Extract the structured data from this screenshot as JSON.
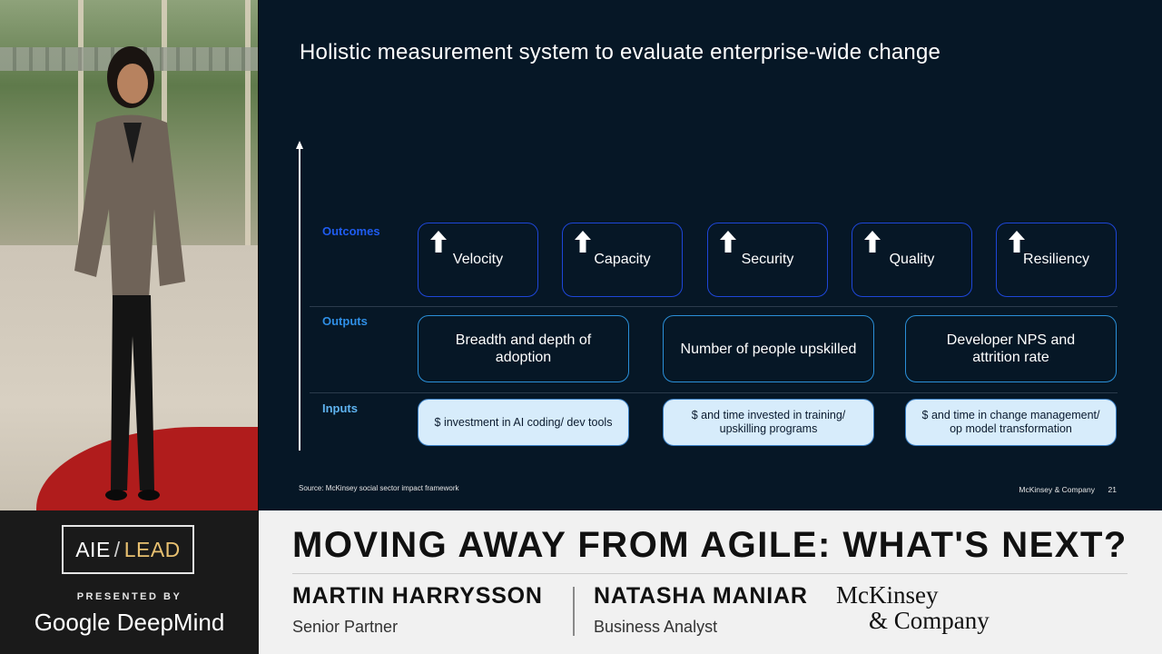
{
  "slide": {
    "title": "Holistic measurement system to evaluate enterprise-wide change",
    "rows": {
      "outcomes": "Outcomes",
      "outputs": "Outputs",
      "inputs": "Inputs"
    },
    "outcomes": [
      "Velocity",
      "Capacity",
      "Security",
      "Quality",
      "Resiliency"
    ],
    "outputs": [
      "Breadth and depth of adoption",
      "Number of people upskilled",
      "Developer NPS and attrition rate"
    ],
    "inputs": [
      "$ investment in AI coding/ dev tools",
      "$ and time invested in training/ upskilling programs",
      "$ and time in change management/ op model transformation"
    ],
    "source": "Source: McKinsey social sector impact framework",
    "footer_brand": "McKinsey & Company",
    "page_number": "21",
    "colors": {
      "background": "#061726",
      "outcomes_accent": "#1f5cf0",
      "outputs_accent": "#2f8fe6",
      "inputs_fill": "#d7ecfb"
    }
  },
  "event": {
    "logo_left": "AIE",
    "logo_slash": "/",
    "logo_right": "LEAD",
    "presented_by": "PRESENTED BY",
    "sponsor": "Google DeepMind"
  },
  "talk": {
    "title": "MOVING AWAY FROM AGILE: WHAT'S NEXT?",
    "speakers": [
      {
        "name": "MARTIN HARRYSSON",
        "role": "Senior Partner"
      },
      {
        "name": "NATASHA MANIAR",
        "role": "Business Analyst"
      }
    ],
    "company_logo_line1": "McKinsey",
    "company_logo_line2": "& Company"
  }
}
